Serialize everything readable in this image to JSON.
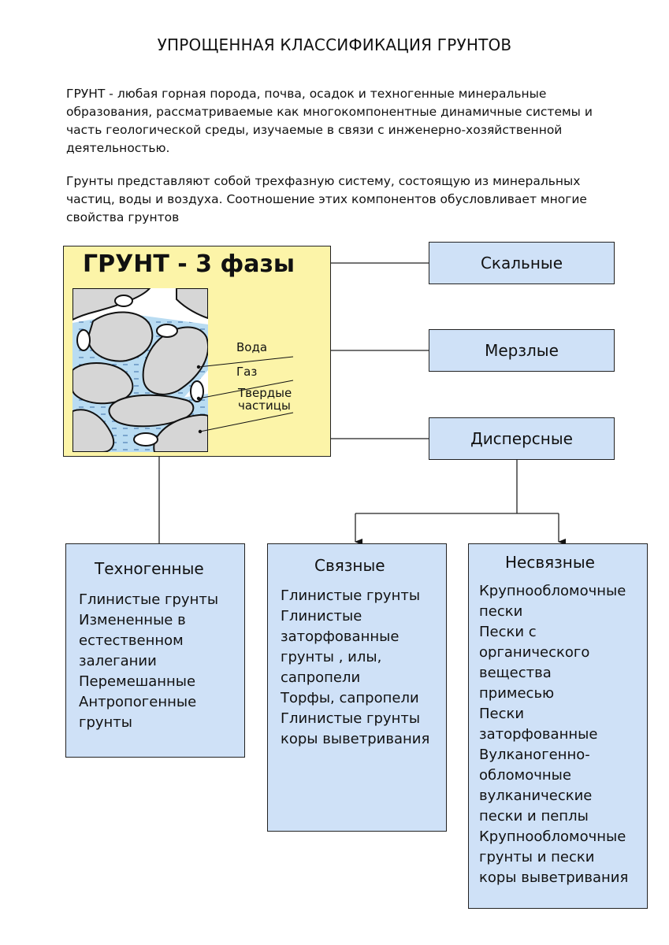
{
  "title": "УПРОЩЕННАЯ КЛАССИФИКАЦИЯ ГРУНТОВ",
  "intro": {
    "p1": [
      "ГРУНТ - любая горная порода, почва, осадок и техногенные минеральные",
      "образования, рассматриваемые как многокомпонентные динамичные системы и",
      "часть геологической среды, изучаемые в связи  с инженерно-хозяйственной",
      "деятельностью."
    ],
    "p2": [
      "Грунты представляют собой трехфазную систему, состоящую из минеральных",
      "частиц, воды и воздуха.  Соотношение этих компонентов обусловливает многие",
      "свойства грунтов"
    ]
  },
  "soil_panel": {
    "heading": "ГРУНТ - 3 фазы",
    "labels": {
      "water": "Вода",
      "gas": "Газ",
      "solids_1": "Твердые",
      "solids_2": "частицы"
    }
  },
  "categories": {
    "rocky": "Скальные",
    "frozen": "Мерзлые",
    "dispersed": "Дисперсные"
  },
  "columns": {
    "technogenic": {
      "title": "Техногенные",
      "items": [
        "Глинистые грунты",
        "Измененные в",
        "естественном",
        "залегании",
        "Перемешанные",
        "Антропогенные",
        "грунты"
      ]
    },
    "cohesive": {
      "title": "Связные",
      "items": [
        "Глинистые грунты",
        "Глинистые",
        "заторфованные",
        "грунты , илы,",
        "сапропели",
        "Торфы, сапропели",
        "Глинистые грунты",
        "коры выветривания"
      ]
    },
    "noncohesive": {
      "title": "Несвязные",
      "items": [
        "Крупнообломочные",
        "пески",
        "Пески с",
        "органического",
        "вещества",
        "примесью",
        "Пески",
        "заторфованные",
        "Вулканогенно-",
        "обломочные",
        "вулканические",
        "пески и пеплы",
        "Крупнообломочные",
        "грунты и пески",
        "коры выветривания"
      ]
    }
  },
  "colors": {
    "panel_yellow": "#fcf4a8",
    "box_blue": "#cfe1f7",
    "water_blue": "#b9dcf2",
    "particle_gray": "#d6d6d6"
  }
}
